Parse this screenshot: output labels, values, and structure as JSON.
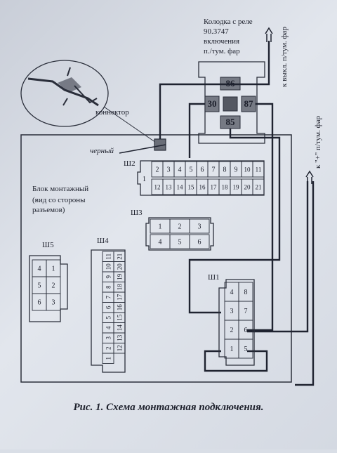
{
  "relay_block": {
    "title_lines": [
      "Колодка с реле",
      "90.3747",
      "включения",
      "п./тум. фар"
    ],
    "pins": [
      "86",
      "30",
      "87",
      "85"
    ]
  },
  "right_labels": {
    "top": "к выкл. п/тум. фар",
    "bottom": "к \"+\" п/тум. фар"
  },
  "connector_label": "коннектор",
  "wire_label": "черный",
  "mounting_block": [
    "Блок монтажный",
    "(вид со стороны",
    "разъемов)"
  ],
  "sh2": {
    "name": "Ш2",
    "row_top": [
      "1",
      "2",
      "3",
      "4",
      "5",
      "6",
      "7",
      "8",
      "9",
      "10",
      "11"
    ],
    "row_bottom": [
      "12",
      "13",
      "14",
      "15",
      "16",
      "17",
      "18",
      "19",
      "20",
      "21"
    ]
  },
  "sh3": {
    "name": "Ш3",
    "row_top": [
      "1",
      "2",
      "3"
    ],
    "row_bottom": [
      "4",
      "5",
      "6"
    ]
  },
  "sh4": {
    "name": "Ш4",
    "col_left": [
      "11",
      "10",
      "9",
      "8",
      "7",
      "6",
      "5",
      "4",
      "3",
      "2",
      "1"
    ],
    "col_right": [
      "21",
      "20",
      "19",
      "18",
      "17",
      "16",
      "15",
      "14",
      "13",
      "12"
    ]
  },
  "sh5": {
    "name": "Ш5",
    "pins": [
      "4",
      "1",
      "5",
      "2",
      "6",
      "3"
    ]
  },
  "sh1": {
    "name": "Ш1",
    "pins": [
      "4",
      "8",
      "3",
      "7",
      "2",
      "6",
      "1",
      "5"
    ]
  },
  "caption": "Рис. 1. Схема монтажная подключения."
}
